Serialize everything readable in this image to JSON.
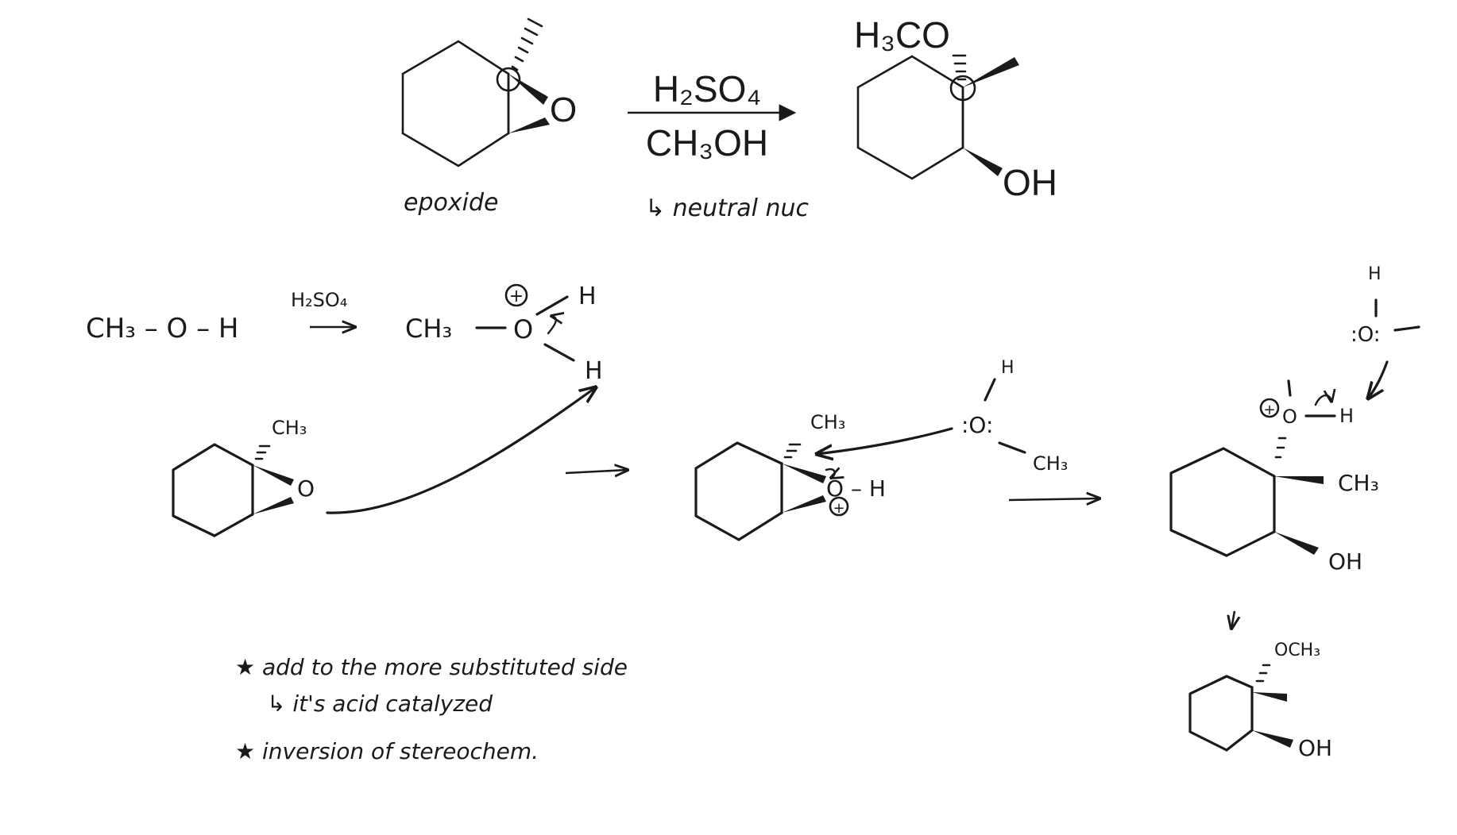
{
  "reaction": {
    "reactant_label": "epoxide",
    "reactant_oxygen": "O",
    "reagent_top": "H₂SO₄",
    "reagent_bottom": "CH₃OH",
    "reagent_note": "↳ neutral nuc",
    "product_top": "H₃CO",
    "product_bottom": "OH"
  },
  "mechanism": {
    "step1": {
      "methanol": "CH₃ – O – H",
      "reagent": "H₂SO₄",
      "protonated_ch3": "CH₃",
      "protonated_o": "O",
      "protonated_h1": "H",
      "protonated_h2": "H",
      "charge": "+"
    },
    "step2": {
      "epoxide_ch3": "CH₃",
      "epoxide_o": "O"
    },
    "step3": {
      "ch3": "CH₃",
      "oh": "O – H",
      "charge": "+",
      "nuc_h": "H",
      "nuc_o": ":O:",
      "nuc_ch3": "CH₃"
    },
    "step4": {
      "water_h": "H",
      "water_o": ":O:",
      "plus": "+",
      "oxonium_o": "O",
      "oxonium_h": "H",
      "ch3": "CH₃",
      "oh": "OH"
    },
    "final": {
      "och3": "OCH₃",
      "oh": "OH"
    }
  },
  "notes": {
    "note1": "★ add to the more substituted side",
    "note2": "↳ it's acid catalyzed",
    "note3": "★ inversion of stereochem."
  }
}
